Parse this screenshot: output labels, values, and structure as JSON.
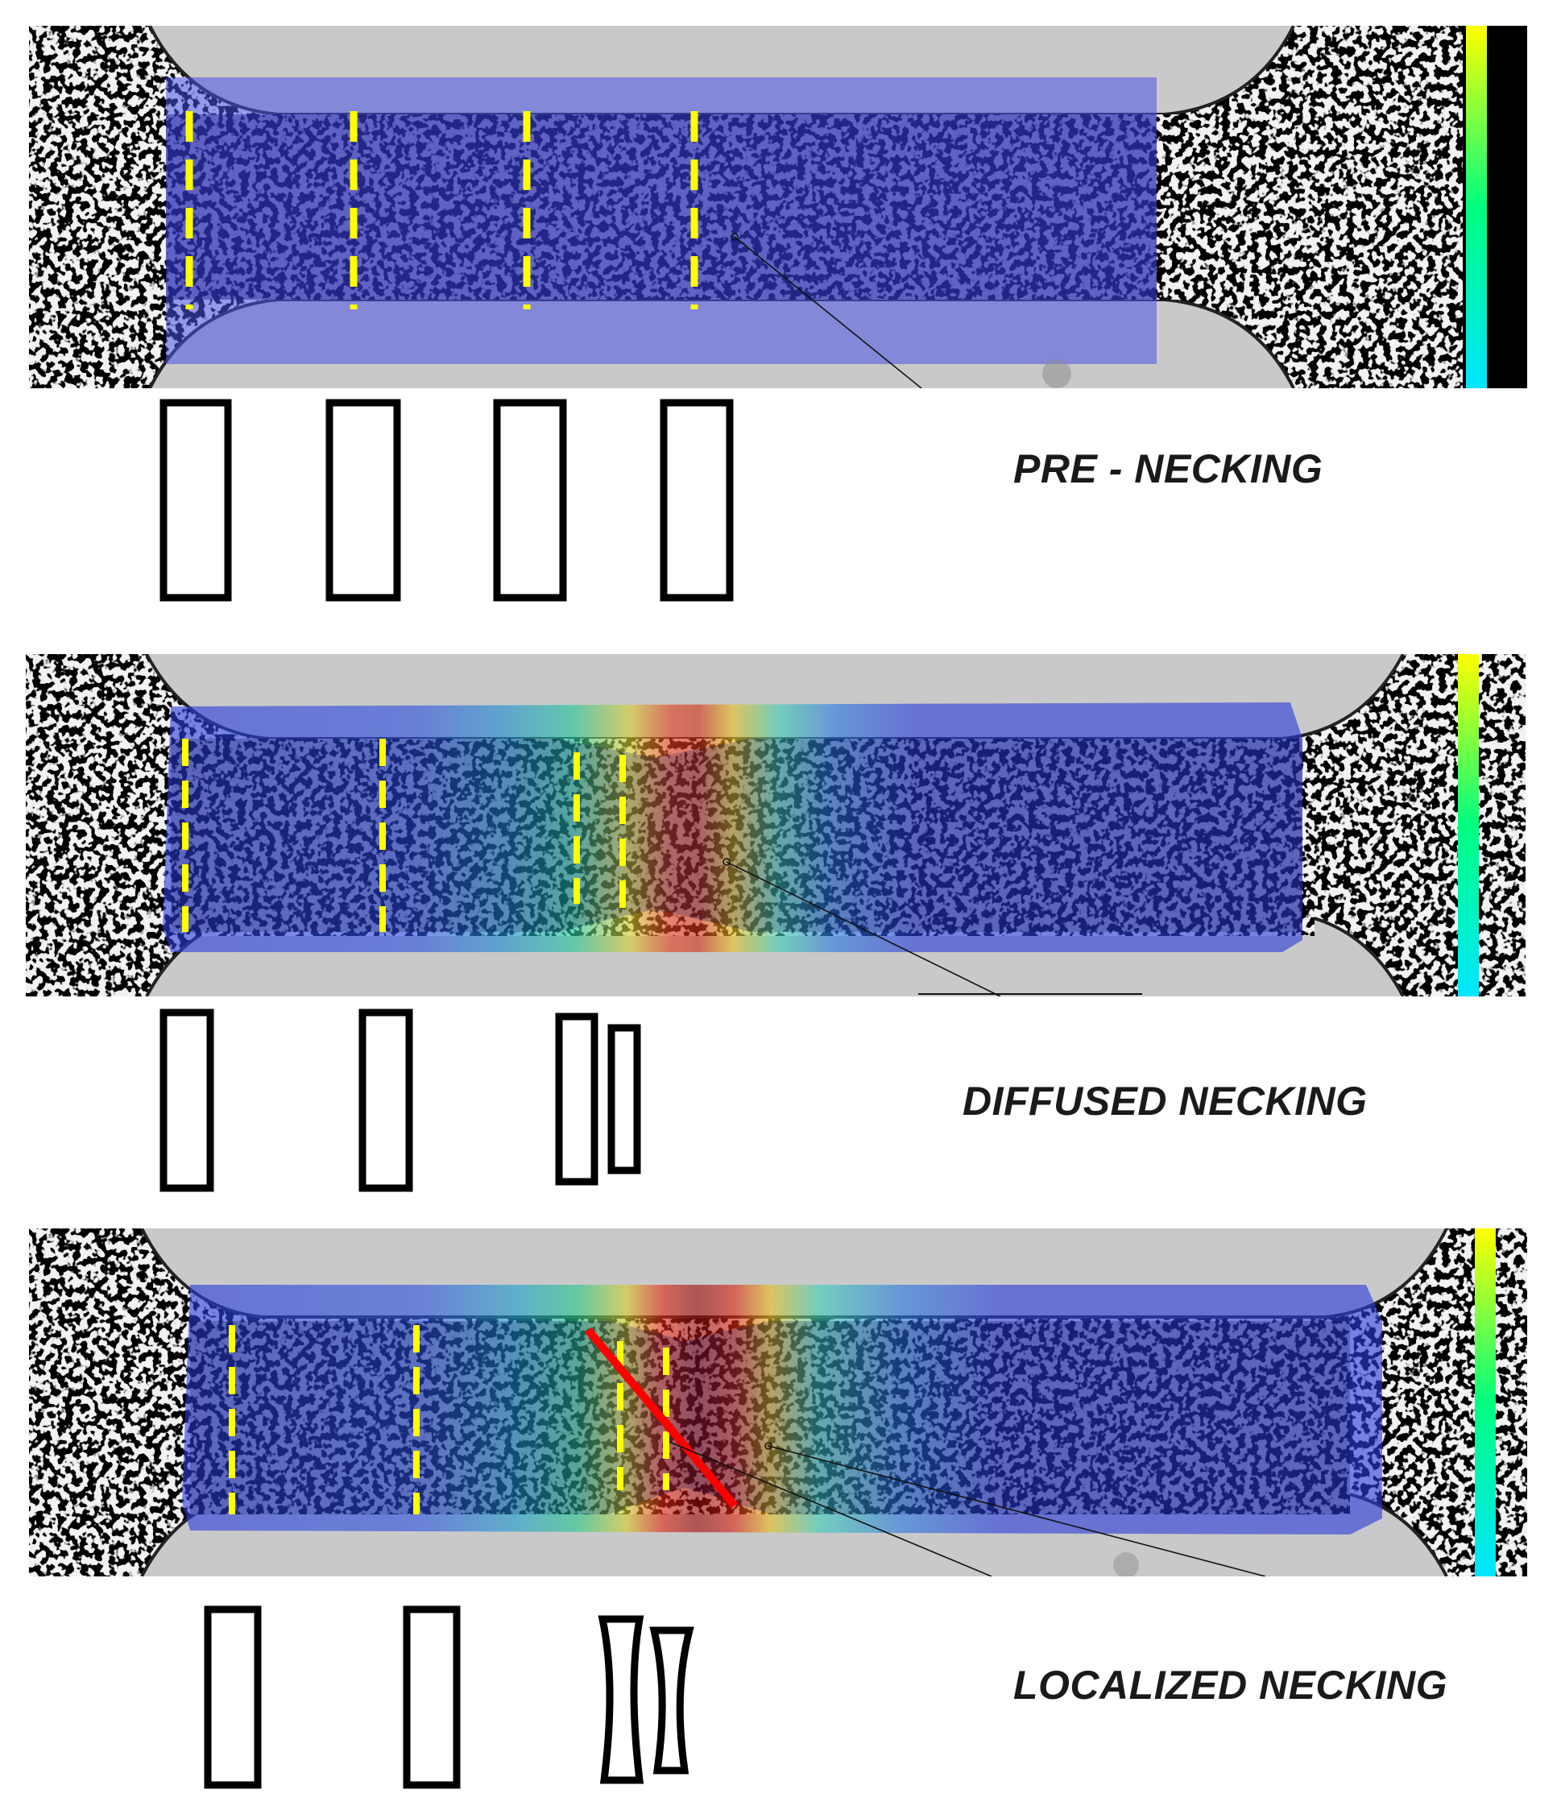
{
  "stages": [
    {
      "id": "pre",
      "label": "PRE - NECKING"
    },
    {
      "id": "diffused",
      "label": "DIFFUSED NECKING"
    },
    {
      "id": "localized",
      "label": "LOCALIZED NECKING"
    }
  ],
  "colors": {
    "gauge_lines": "#ffff00",
    "shear_band": "#ff0000",
    "overlay_base": "#3a44e0",
    "colorbar_stops": [
      "#00e5ff",
      "#00ff80",
      "#ffff00"
    ]
  },
  "icons": [
    "yellow-gauge-line",
    "red-shear-band-line",
    "strain-colorbar",
    "speckle-pattern"
  ]
}
